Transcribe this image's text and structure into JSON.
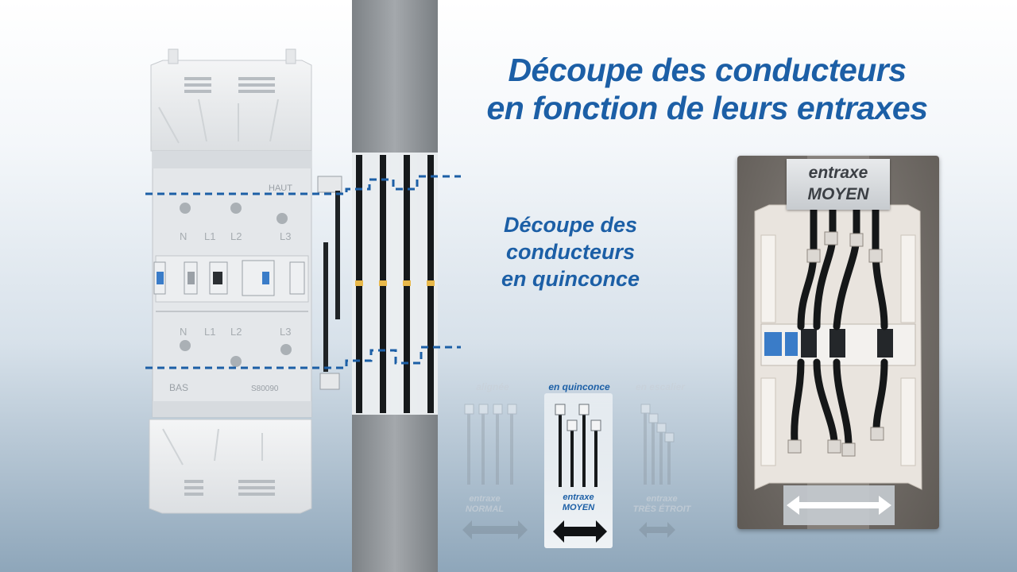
{
  "title": {
    "line1": "Découpe des conducteurs",
    "line2": "en fonction de leurs entraxes"
  },
  "subtitle": {
    "line1": "Découpe des",
    "line2": "conducteurs",
    "line3": "en quinconce"
  },
  "panel_labels": {
    "top": "HAUT",
    "bottom": "BAS",
    "phases": [
      "N",
      "L1",
      "L2",
      "L3"
    ],
    "bottom_ref": "S80090"
  },
  "options": [
    {
      "label": "alignée",
      "caption_line1": "entraxe",
      "caption_line2": "NORMAL",
      "state": "faded"
    },
    {
      "label": "en quinconce",
      "caption_line1": "entraxe",
      "caption_line2": "MOYEN",
      "state": "active"
    },
    {
      "label": "en escalier",
      "caption_line1": "entraxe",
      "caption_line2": "TRÈS ÉTROIT",
      "state": "faded"
    }
  ],
  "photo": {
    "label_line1": "entraxe",
    "label_line2": "MOYEN"
  },
  "colors": {
    "title_blue": "#1c5fa6",
    "dash_blue": "#1c5fa6",
    "marker_yellow": "#e8b84a"
  }
}
